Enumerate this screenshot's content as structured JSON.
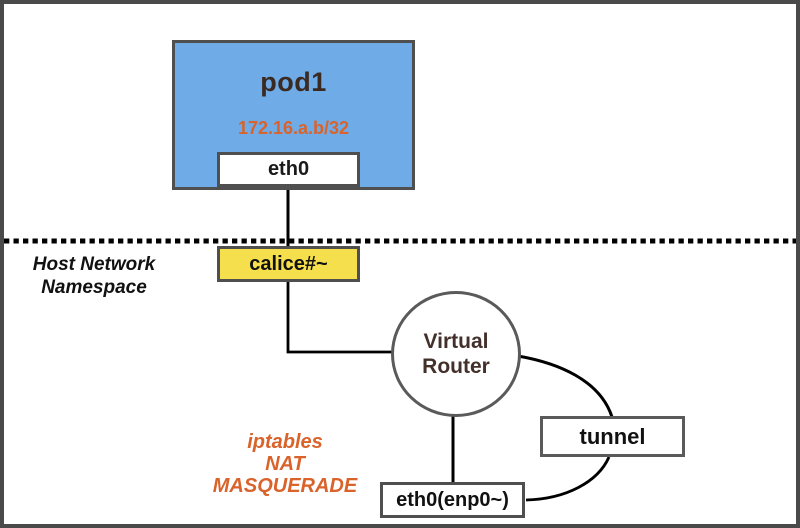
{
  "diagram": {
    "pod": {
      "title": "pod1",
      "ip": "172.16.a.b/32",
      "interface_label": "eth0"
    },
    "divider": {
      "label_line1": "Host Network",
      "label_line2": "Namespace"
    },
    "veth": {
      "label": "calice#~"
    },
    "router": {
      "label_line1": "Virtual",
      "label_line2": "Router"
    },
    "tunnel": {
      "label": "tunnel"
    },
    "host_nic": {
      "label": "eth0(enp0~)"
    },
    "nat_note": {
      "line1": "iptables",
      "line2": "NAT",
      "line3": "MASQUERADE"
    },
    "colors": {
      "pod_fill": "#6FABE6",
      "veth_fill": "#F5DF4D",
      "annotation_orange": "#D9632A",
      "title_brown": "#3B2A22",
      "connector_black": "#000000",
      "border_gray": "#4F4F4F"
    }
  }
}
